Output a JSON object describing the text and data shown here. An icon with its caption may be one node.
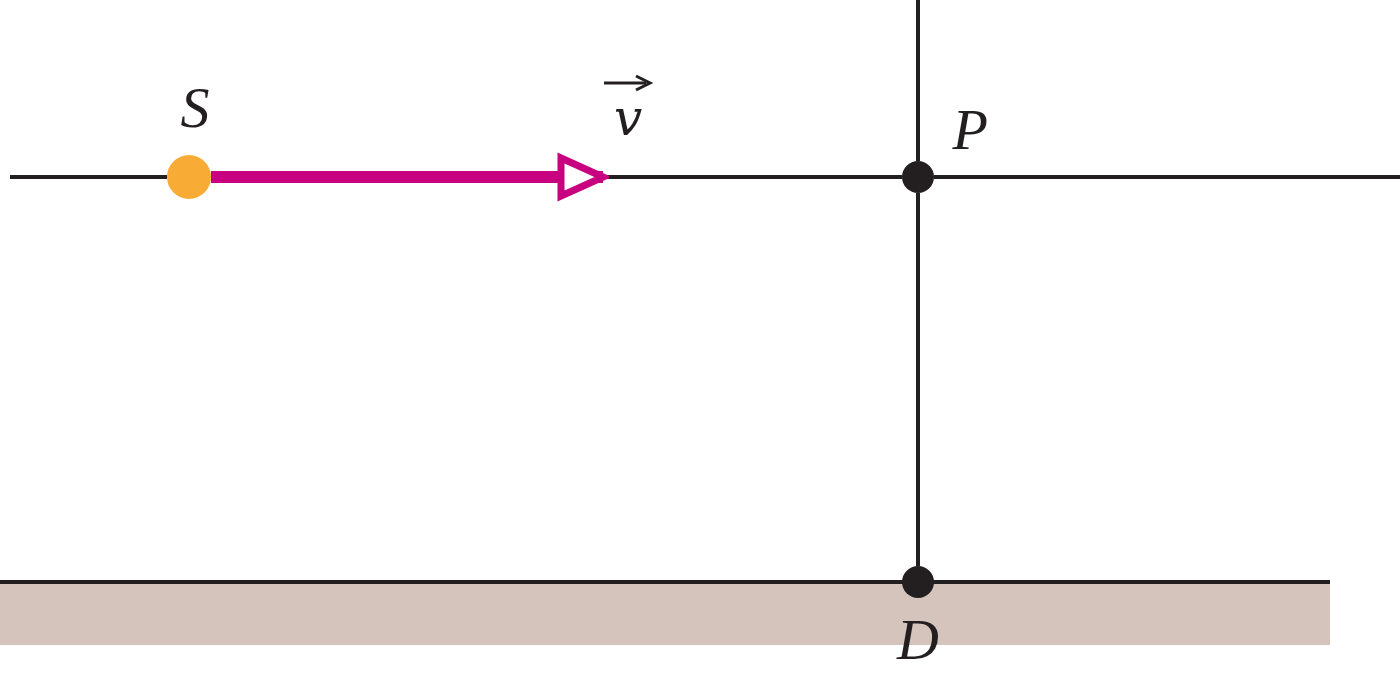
{
  "diagram": {
    "nodes": [
      {
        "text": [
          "S"
        ]
      },
      {
        "text": [
          "P"
        ]
      },
      {
        "text": [
          "D"
        ]
      }
    ],
    "edges": [
      {
        "from": 0,
        "to": null,
        "arrow": "to",
        "label": "v",
        "style": "thick",
        "color": "#c8007f"
      },
      {
        "from": 0,
        "to": 1,
        "arrow": "none"
      },
      {
        "from": 1,
        "to": 2,
        "arrow": "none"
      }
    ]
  }
}
